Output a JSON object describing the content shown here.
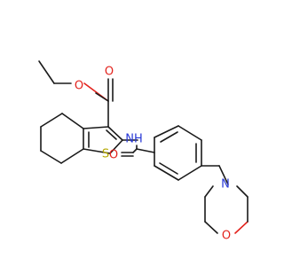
{
  "molecule": {
    "atoms": {
      "o_ester_carbonyl": "O",
      "o_ester_ether": "O",
      "nh_amide": "NH",
      "s_thiophene": "S",
      "o_amide": "O",
      "n_morpholine": "N",
      "o_morpholine": "O"
    },
    "colors": {
      "bond": "#1a1a1a",
      "oxygen": "#e3221c",
      "nitrogen": "#2737d6",
      "sulfur": "#b5a800"
    }
  }
}
